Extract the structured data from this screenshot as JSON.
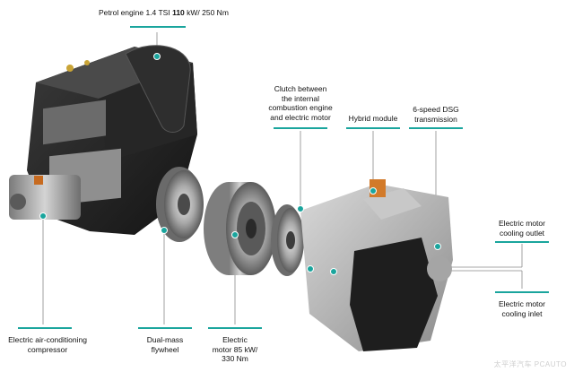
{
  "colors": {
    "accent": "#1aa59d",
    "text": "#111111",
    "background": "#ffffff"
  },
  "labels": {
    "petrol_engine": {
      "prefix": "Petrol engine 1.4 TSI ",
      "bold": "110",
      "suffix": " kW/ 250 Nm"
    },
    "clutch": {
      "lines": [
        "Clutch between",
        "the internal",
        "combustion engine",
        "and electric motor"
      ]
    },
    "hybrid_module": {
      "lines": [
        "Hybrid module"
      ]
    },
    "dsg": {
      "lines": [
        "6-speed DSG",
        "transmission"
      ]
    },
    "cooling_outlet": {
      "lines": [
        "Electric motor",
        "cooling outlet"
      ]
    },
    "cooling_inlet": {
      "lines": [
        "Electric motor",
        "cooling inlet"
      ]
    },
    "ac_compressor": {
      "lines": [
        "Electric air-conditioning",
        "compressor"
      ]
    },
    "flywheel": {
      "lines": [
        "Dual-mass",
        "flywheel"
      ]
    },
    "electric_motor": {
      "lines": [
        "Electric",
        "motor 85 kW/",
        "330 Nm"
      ]
    }
  },
  "watermark": {
    "text": "太平洋汽车 PCAUTO"
  }
}
